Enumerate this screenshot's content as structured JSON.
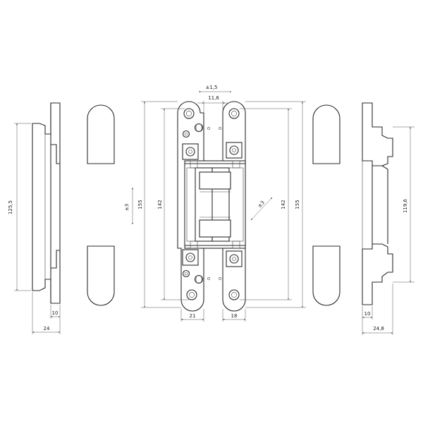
{
  "dimensions": {
    "left_height": "125,5",
    "left_inner_width": "10",
    "left_total_width": "24",
    "adjust_lateral": "±1,5",
    "gap": "11,6",
    "adjust_vertical": "±3",
    "height_outer_left": "155",
    "height_inner_left": "142",
    "adjust_depth": "±3",
    "height_inner_right": "142",
    "height_outer_right": "155",
    "body_width_left": "21",
    "body_width_right": "18",
    "right_height": "119,6",
    "right_inner_width": "10",
    "right_total_width": "24,8"
  }
}
